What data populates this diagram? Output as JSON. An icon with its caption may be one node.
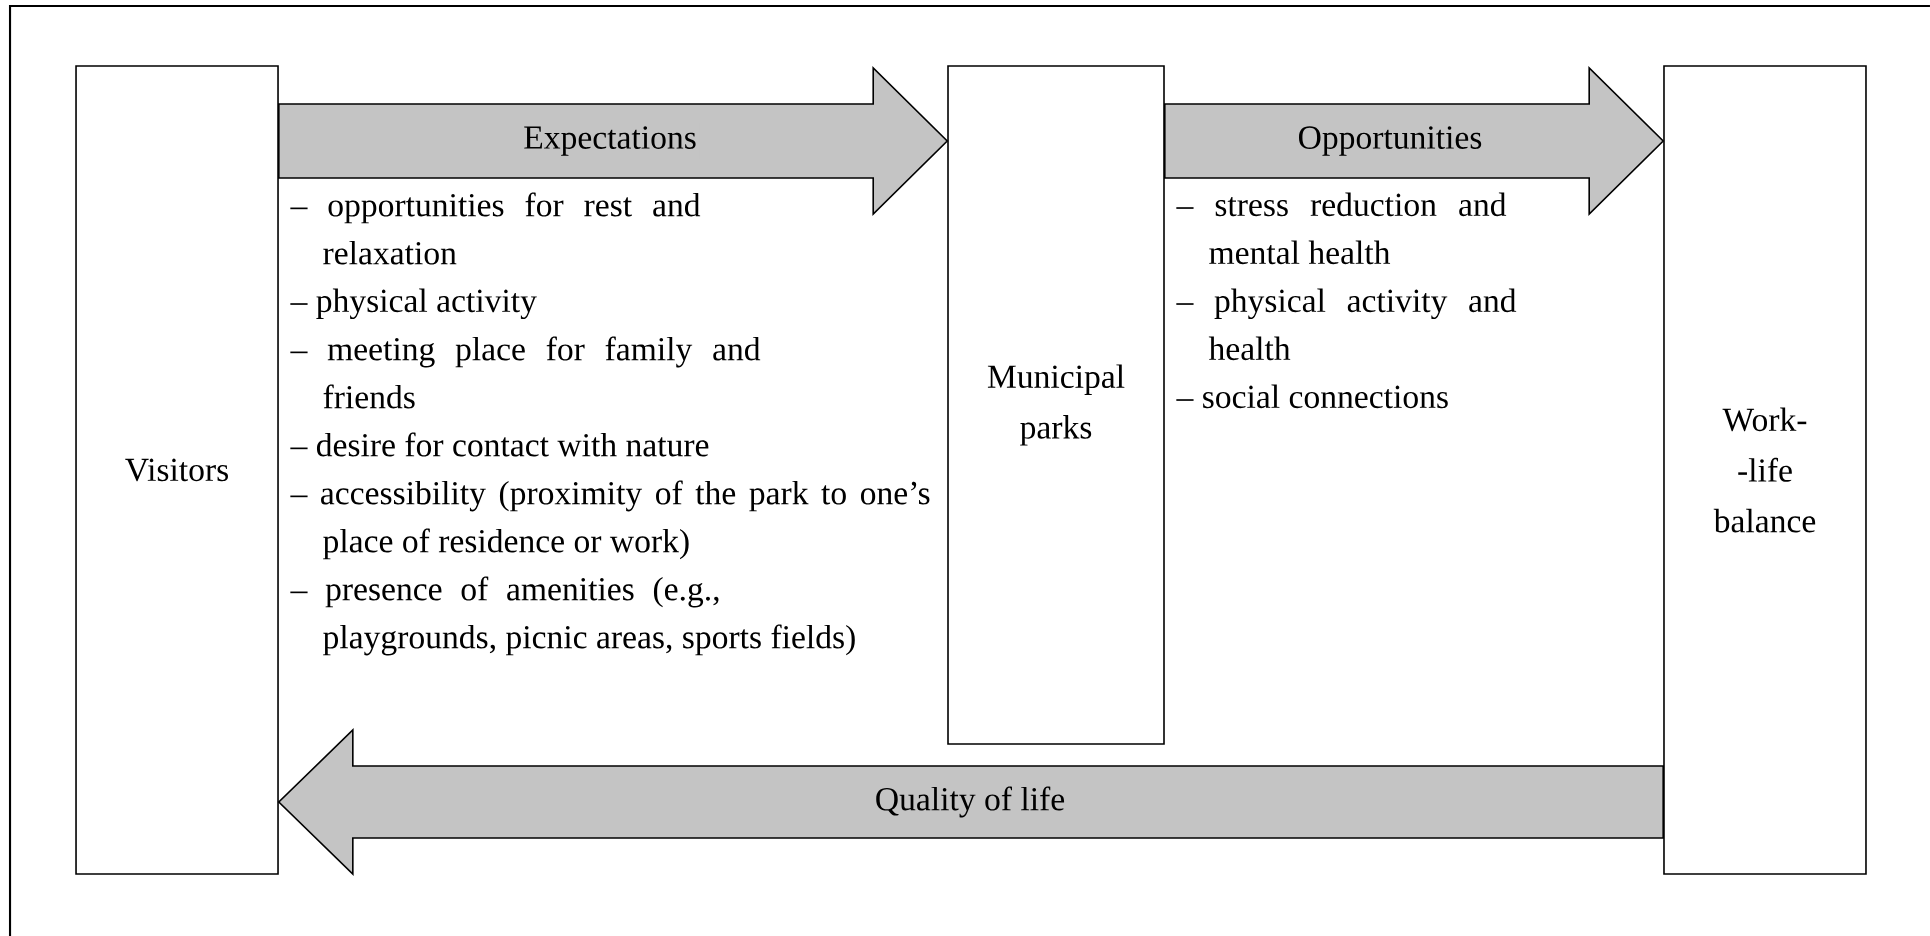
{
  "diagram": {
    "nodes": [
      {
        "text": [
          "Visitors"
        ]
      },
      {
        "text": [
          "Municipal parks"
        ]
      },
      {
        "text": [
          "Work- -life balance"
        ]
      }
    ],
    "edges": [
      {
        "from": 0,
        "to": 1,
        "arrow": "to",
        "label": "Expectations"
      },
      {
        "from": 1,
        "to": 2,
        "arrow": "to",
        "label": "Opportunities"
      },
      {
        "from": 2,
        "to": 0,
        "arrow": "to",
        "label": "Quality of life"
      }
    ],
    "labels": [
      "– opportunities for rest and relaxation",
      "– physical activity",
      "– meeting place for family and friends",
      "– desire for contact with nature",
      "– accessibility (proximity of the park to one’s place of residence or work)",
      "– presence of amenities (e.g., playgrounds, picnic areas, sports fields)",
      "– stress reduction and mental health",
      "– physical activity and health",
      "– social connections"
    ]
  }
}
